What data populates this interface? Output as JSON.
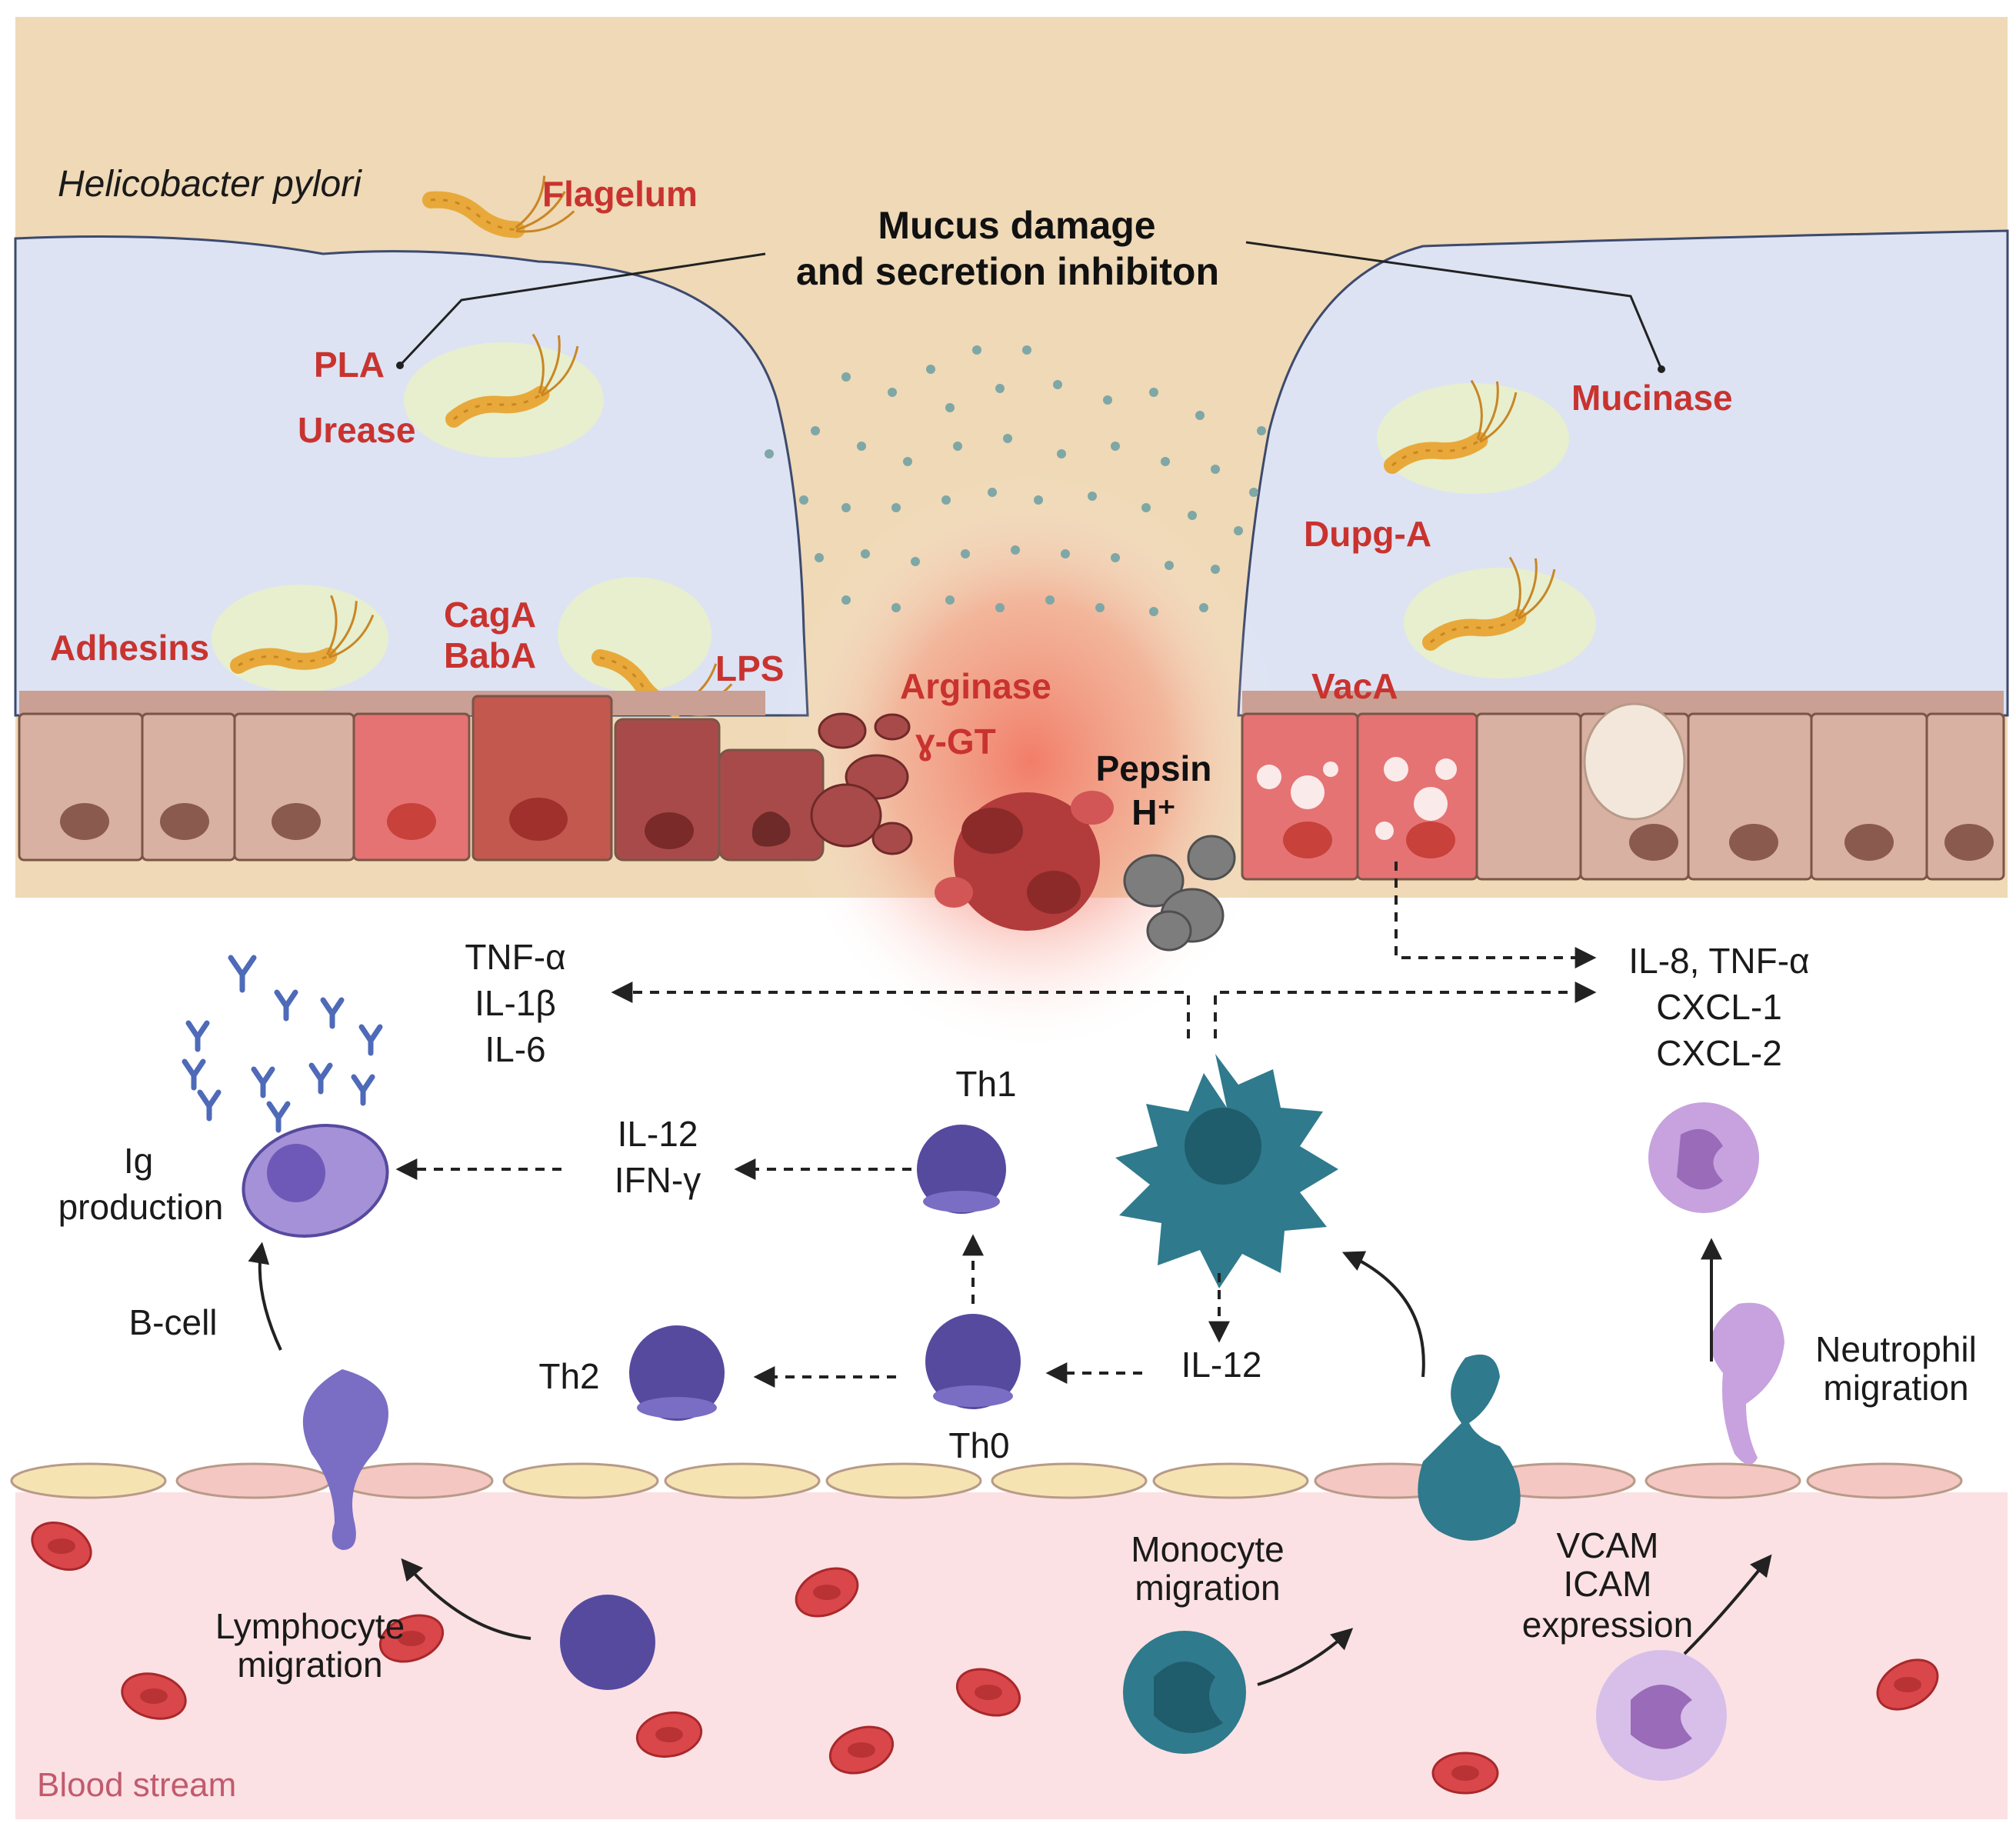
{
  "labels": {
    "species": "Helicobacter pylori",
    "flagelum": "Flagelum",
    "mucus_line1": "Mucus damage",
    "mucus_line2": "and secretion inhibiton",
    "pla": "PLA",
    "urease": "Urease",
    "mucinase": "Mucinase",
    "dupg": "Dupg-A",
    "adhesins": "Adhesins",
    "caga": "CagA",
    "baba": "BabA",
    "lps": "LPS",
    "arginase": "Arginase",
    "ggt": "ɣ-GT",
    "vaca": "VacA",
    "pepsin": "Pepsin",
    "hplus": "H⁺",
    "tnf": "TNF-α",
    "il1b": "IL-1β",
    "il6": "IL-6",
    "il8tnf": "IL-8, TNF-α",
    "cxcl1": "CXCL-1",
    "cxcl2": "CXCL-2",
    "ig1": "Ig",
    "ig2": "production",
    "il12a": "IL-12",
    "ifng": "IFN-γ",
    "th1": "Th1",
    "th2": "Th2",
    "th0": "Th0",
    "il12b": "IL-12",
    "bcell": "B-cell",
    "neut1": "Neutrophil",
    "neut2": "migration",
    "mono1": "Monocyte",
    "mono2": "migration",
    "lymph1": "Lymphocyte",
    "lymph2": "migration",
    "vcam": "VCAM",
    "icam": "ICAM",
    "expr": "expression",
    "blood": "Blood stream"
  },
  "colors": {
    "lumen": "#efd9b6",
    "mucus": "#dde3f3",
    "tissue": "#ffffff",
    "blood": "#fbe1e3",
    "epithelium": "#d9b1a2",
    "damaged_cell": "#e57373",
    "bacteria": "#e8a93a",
    "dendritic": "#2f7a8c",
    "lymphocyte": "#564a9e",
    "neutrophil": "#c7a2de",
    "rbc": "#d9474a",
    "text_red": "#c9332f"
  }
}
